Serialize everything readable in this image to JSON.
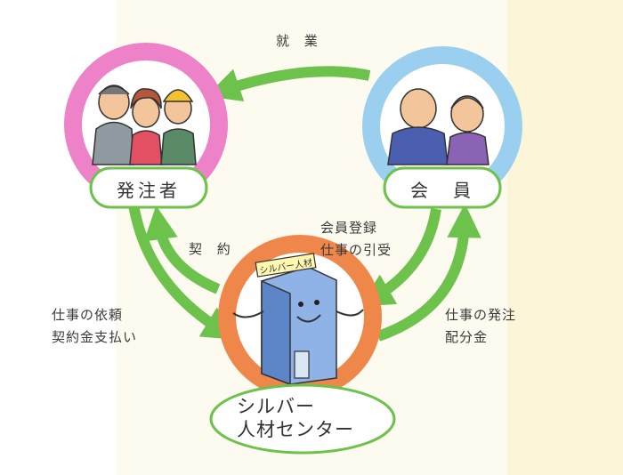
{
  "nodes": {
    "client": {
      "label": "発注者",
      "ring_color": "#ee82c8"
    },
    "member": {
      "label": "会　員",
      "ring_color": "#9bcff0"
    },
    "center": {
      "label_line1": "シルバー",
      "label_line2": "人材センター",
      "ring_color": "#f0874a",
      "sign_text": "シルバー人材"
    }
  },
  "edges": {
    "member_to_client": {
      "label": "就 業"
    },
    "center_to_client": {
      "label": "契 約"
    },
    "client_to_center": {
      "line1": "仕事の依頼",
      "line2": "契約金支払い"
    },
    "member_to_center": {
      "line1": "会員登録",
      "line2": "仕事の引受"
    },
    "center_to_member": {
      "line1": "仕事の発注",
      "line2": "配分金"
    }
  },
  "colors": {
    "arrow": "#6cc24a",
    "label_border": "#6cc24a"
  }
}
